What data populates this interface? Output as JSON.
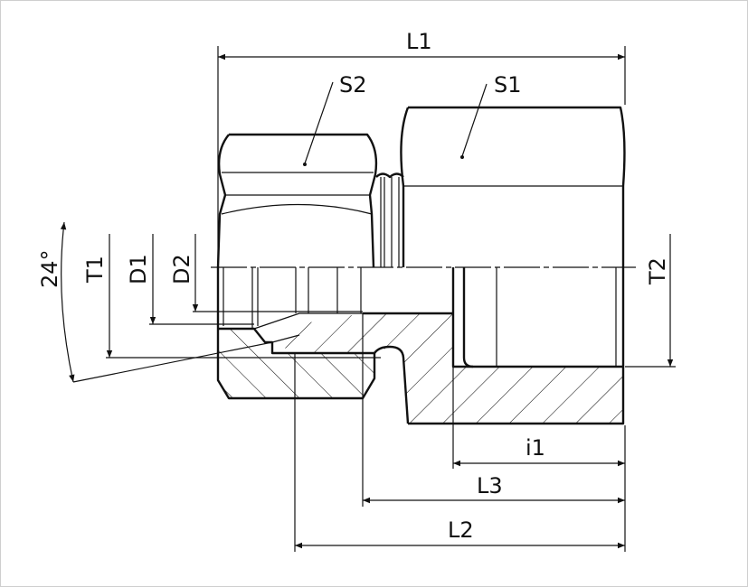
{
  "drawing": {
    "title": "Fitting cross-section drawing",
    "labels": {
      "L1": "L1",
      "S2": "S2",
      "S1": "S1",
      "angle": "24°",
      "T1": "T1",
      "D1": "D1",
      "D2": "D2",
      "T2": "T2",
      "i1": "i1",
      "L3": "L3",
      "L2": "L2"
    }
  }
}
